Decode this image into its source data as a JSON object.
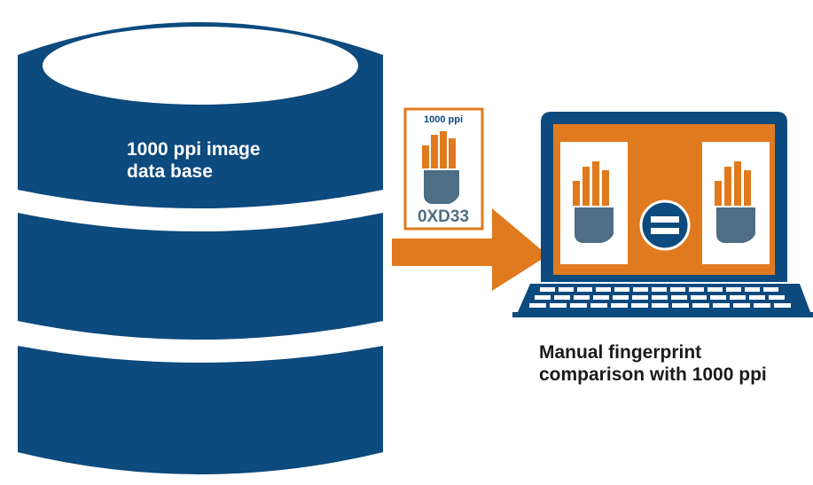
{
  "database": {
    "label_line1": "1000 ppi image",
    "label_line2": "data base"
  },
  "card": {
    "resolution": "1000 ppi",
    "code": "0XD33"
  },
  "laptop": {
    "caption_line1": "Manual fingerprint",
    "caption_line2": "comparison with 1000 ppi"
  },
  "colors": {
    "primary_blue": "#0d4a7e",
    "accent_orange": "#e07a1e",
    "card_hand_gray": "#4d6e84",
    "keyboard_key": "#ffffff"
  },
  "icons": [
    "database-icon",
    "fingerprint-card-icon",
    "arrow-right-icon",
    "laptop-icon",
    "hand-icon",
    "equals-icon"
  ]
}
